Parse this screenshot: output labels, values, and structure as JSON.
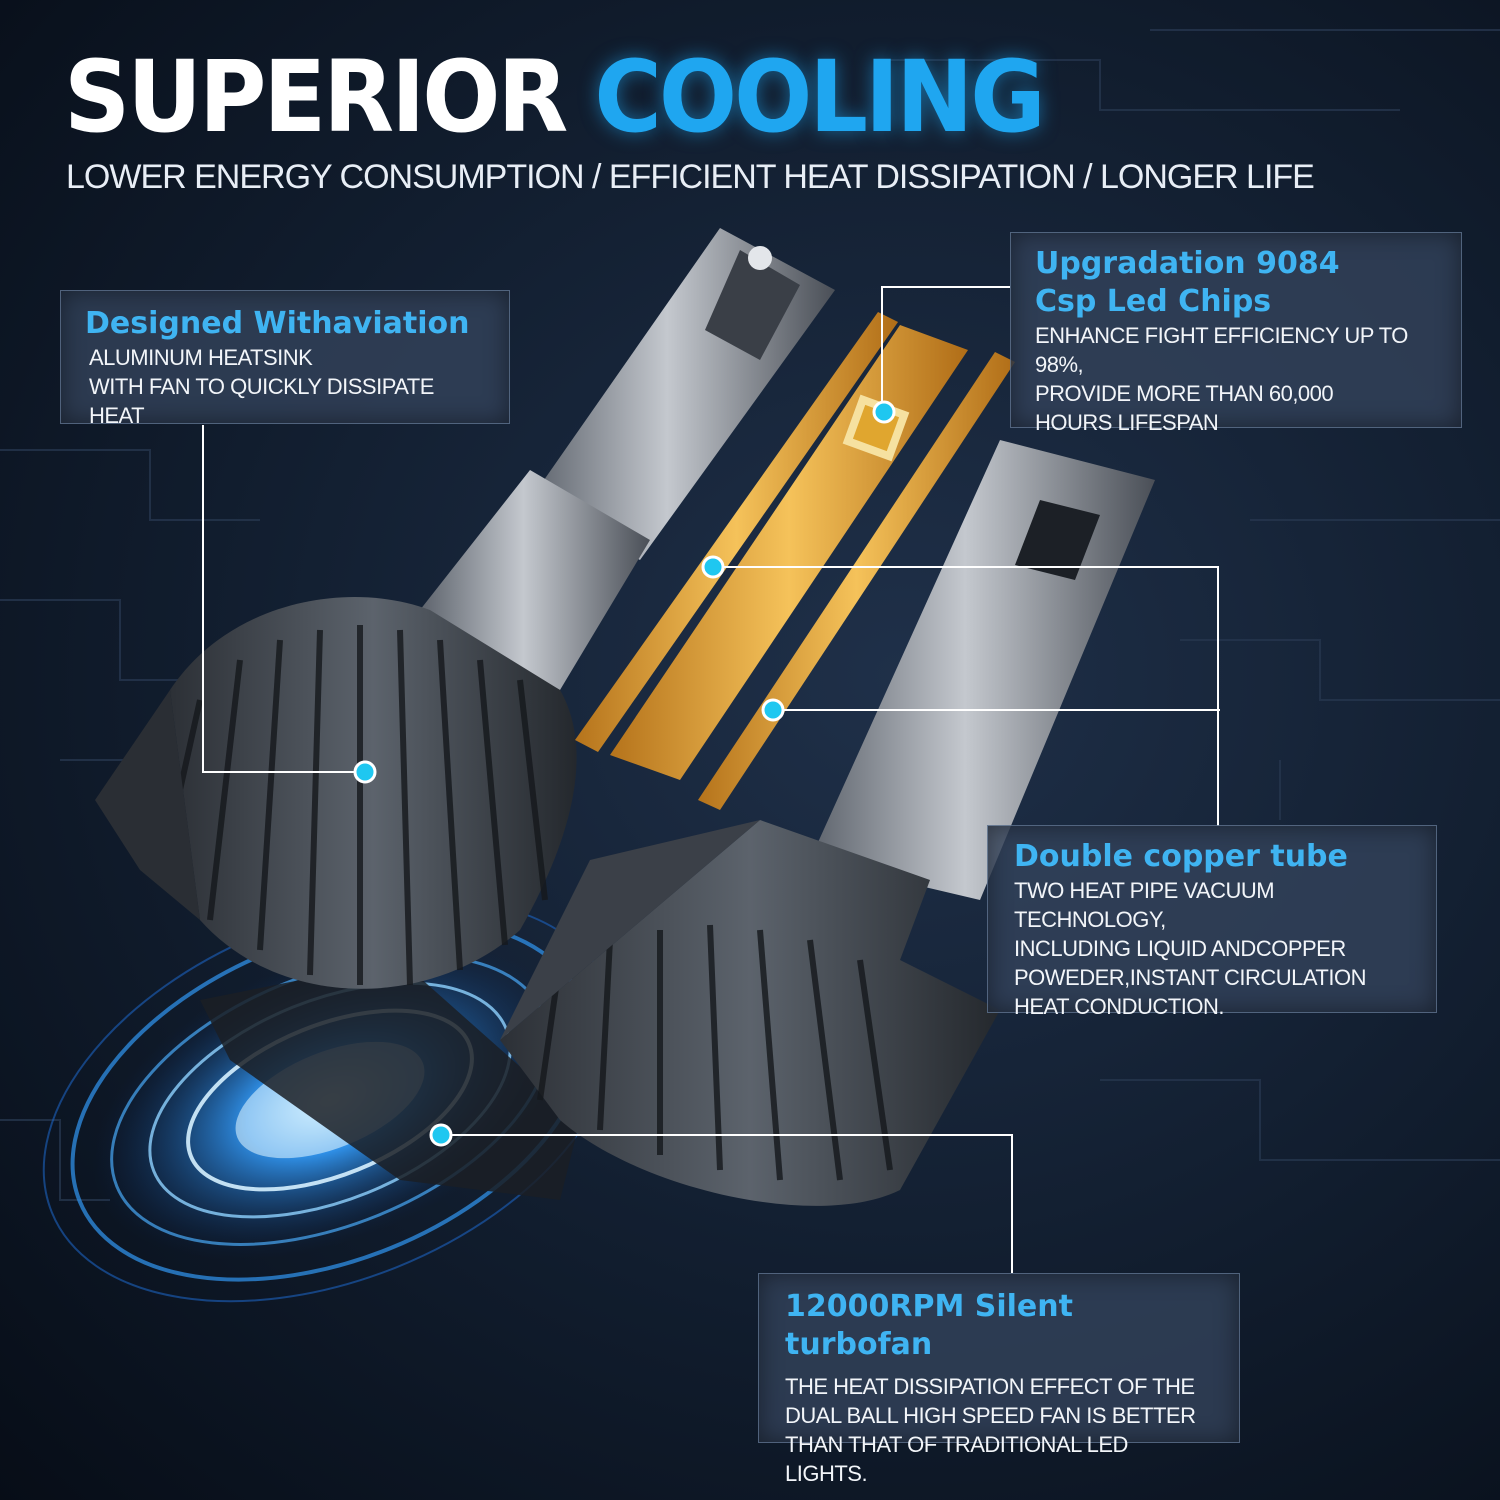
{
  "headline": {
    "part1": "SUPERIOR",
    "part2": "COOLING"
  },
  "subtitle": "LOWER ENERGY CONSUMPTION / EFFICIENT HEAT DISSIPATION / LONGER LIFE",
  "callouts": {
    "designed": {
      "title": "Designed Withaviation",
      "lines": [
        "ALUMINUM HEATSINK",
        "WITH FAN TO QUICKLY DISSIPATE HEAT"
      ]
    },
    "chips": {
      "title_lines": [
        "Upgradation 9084",
        "Csp Led Chips"
      ],
      "lines": [
        "ENHANCE FIGHT EFFICIENCY UP TO 98%,",
        "PROVIDE MORE THAN 60,000",
        "HOURS LIFESPAN"
      ]
    },
    "copper": {
      "title": "Double copper tube",
      "lines": [
        "TWO HEAT PIPE VACUUM TECHNOLOGY,",
        "INCLUDING LIQUID ANDCOPPER",
        "POWEDER,INSTANT CIRCULATION",
        "HEAT CONDUCTION."
      ]
    },
    "fan": {
      "title": "12000RPM Silent turbofan",
      "lines": [
        "THE HEAT DISSIPATION EFFECT OF THE",
        "DUAL BALL HIGH SPEED FAN IS BETTER",
        "THAN THAT OF TRADITIONAL LED LIGHTS."
      ]
    }
  },
  "colors": {
    "accent": "#1fa6f0",
    "copper": "#e8a93a",
    "panel": "#34445c"
  }
}
